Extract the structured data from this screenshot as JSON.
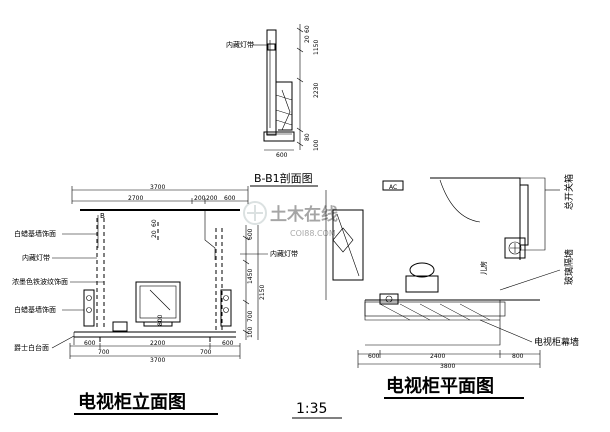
{
  "section_title": "B-B1剖面图",
  "section": {
    "label_light": "内藏灯带",
    "dims_right": [
      "60",
      "20",
      "1150",
      "2230",
      "80",
      "100"
    ],
    "dim_bottom": "600"
  },
  "elevation": {
    "title": "电视柜立面图",
    "marker": "B",
    "dims_top_total": "3700",
    "dims_top_parts": [
      "2700",
      "200",
      "200",
      "600"
    ],
    "dims_right": [
      "600",
      "1450",
      "700",
      "100"
    ],
    "dim_right_total": "2150",
    "dims_left": [
      "60",
      "20"
    ],
    "dims_mid": [
      "800"
    ],
    "dims_bottom_parts": [
      "600",
      "2200",
      "600"
    ],
    "dim_bottom_small": [
      "700",
      "700"
    ],
    "dims_bottom_total": "3700",
    "labels_left": [
      "白蜡基墙饰面",
      "内藏灯带",
      "浓墨色铁波纹饰面",
      "白蜡基墙饰面",
      "爵士白台面"
    ],
    "label_right": "内藏灯带"
  },
  "plan": {
    "title": "电视柜平面图",
    "ac_label": "AC",
    "room_label": "儿房",
    "labels_right": [
      "总开关箱",
      "玻璃隔墙",
      "电视柜幕墙"
    ],
    "dims_bottom_parts": [
      "600",
      "2400",
      "800"
    ],
    "dims_bottom_total": "3800"
  },
  "scale": "1:35",
  "watermark": {
    "text": "土木在线",
    "sub": "COI88.COM"
  }
}
